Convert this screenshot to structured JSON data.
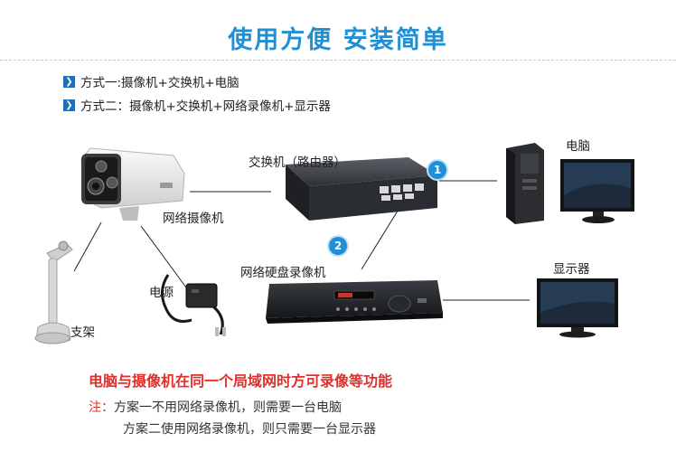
{
  "title": "使用方便 安装简单",
  "methods": [
    "方式一:摄像机+交换机+电脑",
    "方式二：摄像机+交换机+网络录像机+显示器"
  ],
  "labels": {
    "switch": "交换机（路由器）",
    "camera": "网络摄像机",
    "nvr": "网络硬盘录像机",
    "computer": "电脑",
    "monitor": "显示器",
    "power": "电源",
    "bracket": "支架"
  },
  "badges": [
    "1",
    "2"
  ],
  "feature_text": "电脑与摄像机在同一个局域网时方可录像等功能",
  "note": {
    "prefix": "注：",
    "line1": "方案一不用网络录像机，则需要一台电脑",
    "line2": "方案二使用网络录像机，则只需要一台显示器"
  },
  "colors": {
    "accent": "#1f8fd6",
    "warning": "#e0302a"
  }
}
